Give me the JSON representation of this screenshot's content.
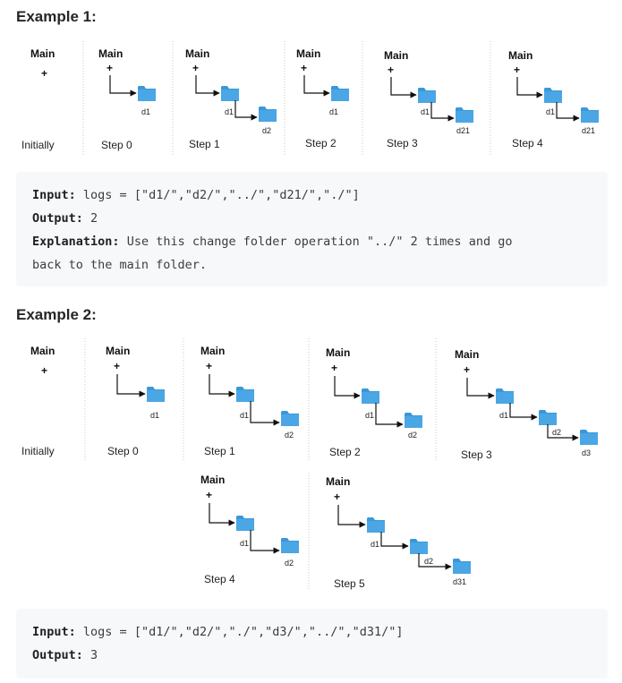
{
  "example1": {
    "heading": "Example 1:",
    "main_label": "Main",
    "plus": "+",
    "step_labels": [
      "Initially",
      "Step 0",
      "Step 1",
      "Step 2",
      "Step 3",
      "Step 4"
    ],
    "folder_labels": {
      "d1": "d1",
      "d2": "d2",
      "d21": "d21"
    },
    "input_label": "Input:",
    "input_value": "logs = [\"d1/\",\"d2/\",\"../\",\"d21/\",\"./\"]",
    "output_label": "Output:",
    "output_value": "2",
    "explanation_label": "Explanation:",
    "explanation_line1": "Use this change folder operation \"../\" 2 times and go",
    "explanation_line2": "back to the main folder."
  },
  "example2": {
    "heading": "Example 2:",
    "main_label": "Main",
    "plus": "+",
    "step_labels": [
      "Initially",
      "Step 0",
      "Step 1",
      "Step 2",
      "Step 3",
      "Step 4",
      "Step 5"
    ],
    "folder_labels": {
      "d1": "d1",
      "d2": "d2",
      "d3": "d3",
      "d31": "d31"
    },
    "input_label": "Input:",
    "input_value": "logs = [\"d1/\",\"d2/\",\"./\",\"d3/\",\"../\",\"d31/\"]",
    "output_label": "Output:",
    "output_value": "3"
  },
  "colors": {
    "folder": "#3a98d8",
    "folder_tab": "#2f86c6",
    "divider": "#c8c8c8",
    "code_bg": "#f7f8fa"
  }
}
